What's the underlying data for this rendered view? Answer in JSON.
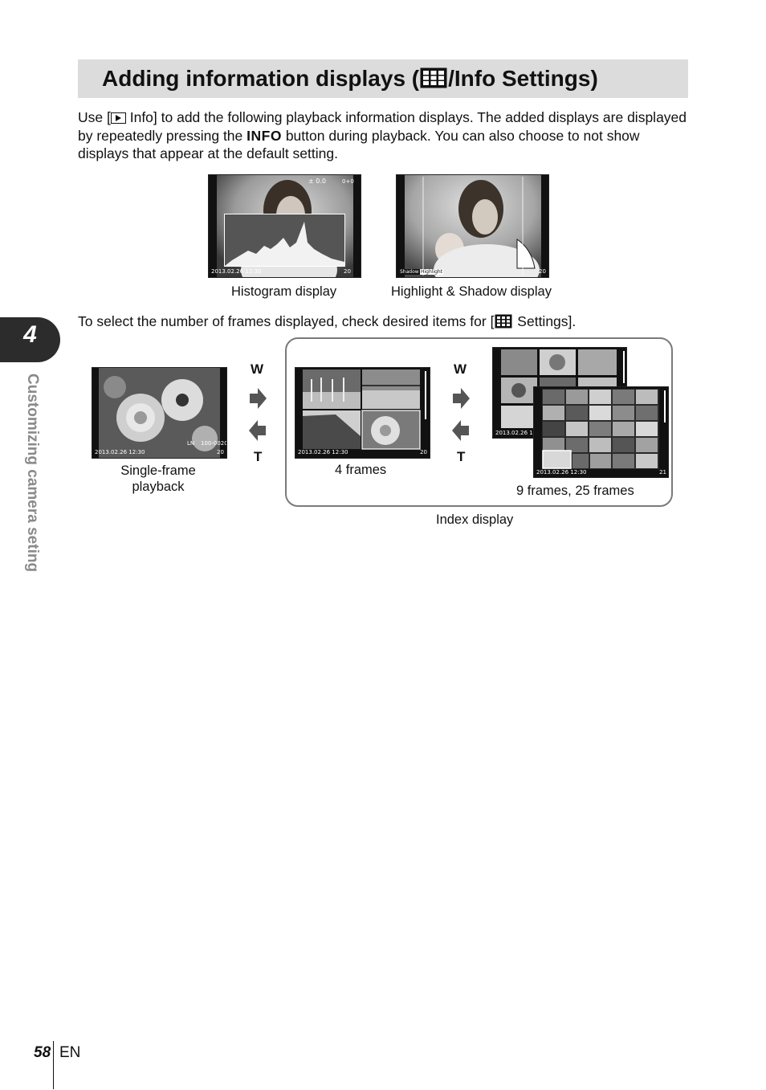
{
  "title": {
    "before": "Adding information displays (",
    "icon": "index-grid-icon",
    "after": "/Info Settings)"
  },
  "intro": {
    "part1": "Use [",
    "icon": "playback-icon",
    "part2": " Info] to add the following playback information displays. The added displays are displayed by repeatedly pressing the ",
    "info_button": "INFO",
    "part3": " button during playback. You can also choose to not show displays that appear at the default setting."
  },
  "figures": {
    "histogram": {
      "caption": "Histogram display",
      "timestamp": "2013.02.26 12:30",
      "count": "20",
      "top_badge": "± 0.0",
      "top_right": "0+0"
    },
    "highlight": {
      "caption": "Highlight & Shadow display",
      "shadow_label": "Shadow",
      "highlight_label": "Highlight",
      "count": "20"
    }
  },
  "frames_text": {
    "part1": "To select the number of frames displayed, check desired items for [",
    "part2": " Settings]."
  },
  "sidebar": {
    "chapter_number": "4",
    "chapter_title": "Customizing camera seting"
  },
  "index_figure": {
    "single": {
      "caption_line1": "Single-frame",
      "caption_line2": "playback",
      "timestamp": "2013.02.26 12:30",
      "count": "20",
      "quality": "LN",
      "file_no": "100-0020"
    },
    "w_label": "W",
    "t_label": "T",
    "four": {
      "caption": "4 frames",
      "timestamp": "2013.02.26 12:30",
      "count": "20"
    },
    "nine": {
      "timestamp": "2013.02.26 12:"
    },
    "twentyfive": {
      "timestamp": "2013.02.26 12:30",
      "count": "21"
    },
    "multi_caption": "9 frames, 25 frames",
    "index_caption": "Index display"
  },
  "footer": {
    "page_number": "58",
    "language": "EN"
  }
}
